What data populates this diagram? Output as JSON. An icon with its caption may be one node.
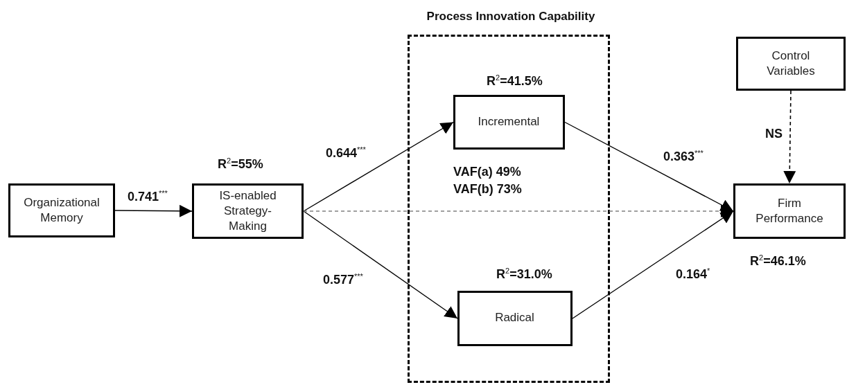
{
  "diagram": {
    "nodes": [
      {
        "text": [
          "Organizational Memory"
        ]
      },
      {
        "text": [
          "IS-enabled Strategy-Making"
        ],
        "beside": [
          "R$^{2}$=55%"
        ]
      },
      {
        "text": [
          "Process Innovation Capability"
        ]
      },
      {
        "text": [
          "Incremental"
        ],
        "in": 2,
        "beside": [
          "R$^{2}$=41.5%"
        ]
      },
      {
        "text": [
          "Radical"
        ],
        "in": 2,
        "beside": [
          "R$^{2}$=31.0%"
        ]
      },
      {
        "text": [
          "Control Variables"
        ]
      },
      {
        "text": [
          "Firm Performance"
        ],
        "beside": [
          "R$^{2}$=46.1%"
        ]
      }
    ],
    "edges": [
      {
        "from": 0,
        "to": 1,
        "arrow": "to",
        "label": "0.741$^{***}$"
      },
      {
        "from": 1,
        "to": 3,
        "arrow": "to",
        "label": "0.644$^{***}$"
      },
      {
        "from": 1,
        "to": 4,
        "arrow": "to",
        "label": "0.577$^{***}$"
      },
      {
        "from": 1,
        "to": 6,
        "arrow": "to",
        "style": "dashed",
        "color": "#808080"
      },
      {
        "from": 3,
        "to": 6,
        "arrow": "to",
        "label": "0.363$^{***}$"
      },
      {
        "from": 4,
        "to": 6,
        "arrow": "to",
        "label": "0.164$^{*}$"
      },
      {
        "from": 5,
        "to": 6,
        "arrow": "to",
        "style": "dashed",
        "label": "NS"
      }
    ],
    "labels": [
      "VAF(a) 49%",
      "VAF(b) 73%"
    ]
  }
}
